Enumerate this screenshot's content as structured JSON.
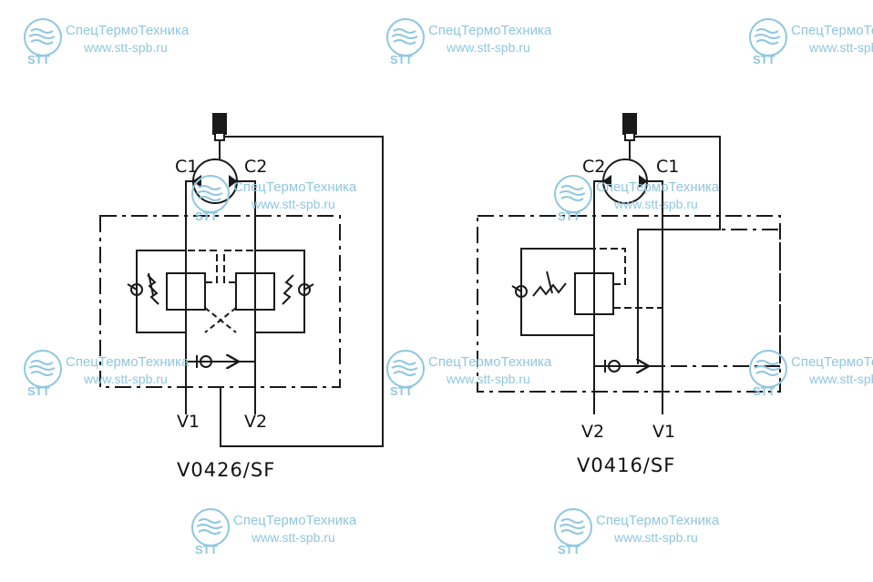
{
  "watermark": {
    "brand": "СпецТермоТехника",
    "url": "www.stt-spb.ru",
    "abbr": "STT"
  },
  "diagrams": [
    {
      "model": "V0426/SF",
      "ports": {
        "top_left": "C1",
        "top_right": "C2",
        "bottom_left": "V1",
        "bottom_right": "V2"
      }
    },
    {
      "model": "V0416/SF",
      "ports": {
        "top_left": "C2",
        "top_right": "C1",
        "bottom_left": "V2",
        "bottom_right": "V1"
      }
    }
  ],
  "colors": {
    "line": "#1a1a1a",
    "watermark": "#8fc7e0"
  }
}
